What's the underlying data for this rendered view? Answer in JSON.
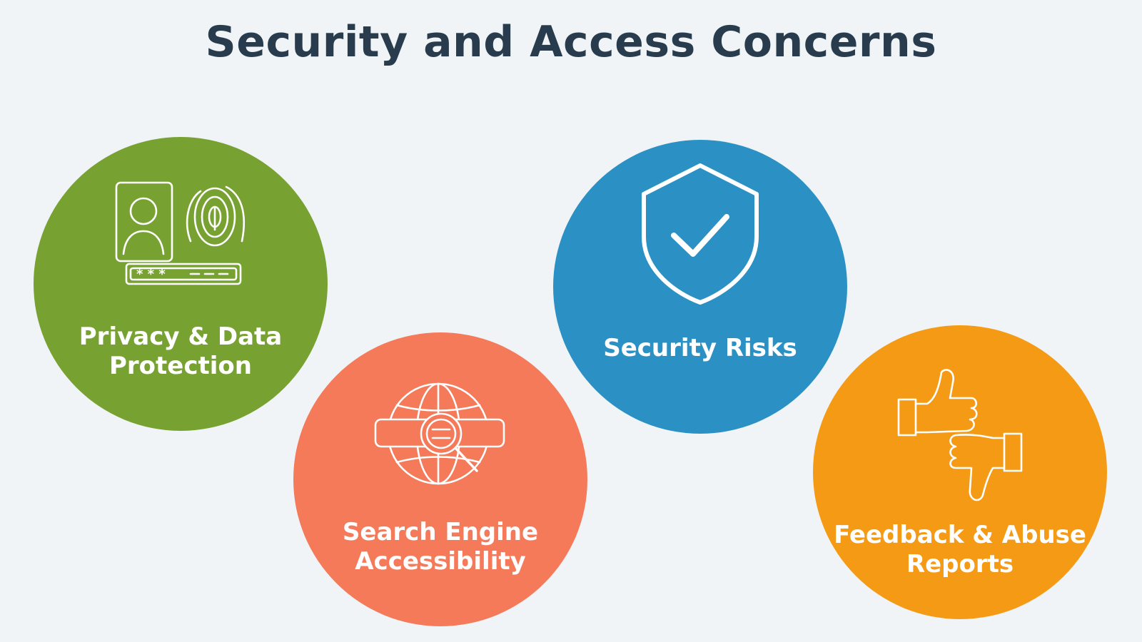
{
  "title": "Security and Access Concerns",
  "items": [
    {
      "line1": "Privacy & Data",
      "line2": "Protection",
      "icon": "privacy-fingerprint-icon",
      "color": "#77a232"
    },
    {
      "line1": "Search Engine",
      "line2": "Accessibility",
      "icon": "globe-search-icon",
      "color": "#f47a5a"
    },
    {
      "line1": "Security Risks",
      "line2": "",
      "icon": "shield-check-icon",
      "color": "#2b91c5"
    },
    {
      "line1": "Feedback & Abuse",
      "line2": "Reports",
      "icon": "thumbs-up-down-icon",
      "color": "#f59a15"
    }
  ]
}
